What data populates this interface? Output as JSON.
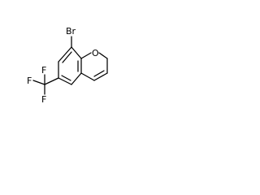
{
  "molecule": {
    "atoms": {
      "bromine": "Br",
      "oxygen": "O",
      "fluorine_1": "F",
      "fluorine_2": "F",
      "fluorine_3": "F"
    },
    "colors": {
      "ink": "#000000",
      "background": "#ffffff"
    }
  }
}
